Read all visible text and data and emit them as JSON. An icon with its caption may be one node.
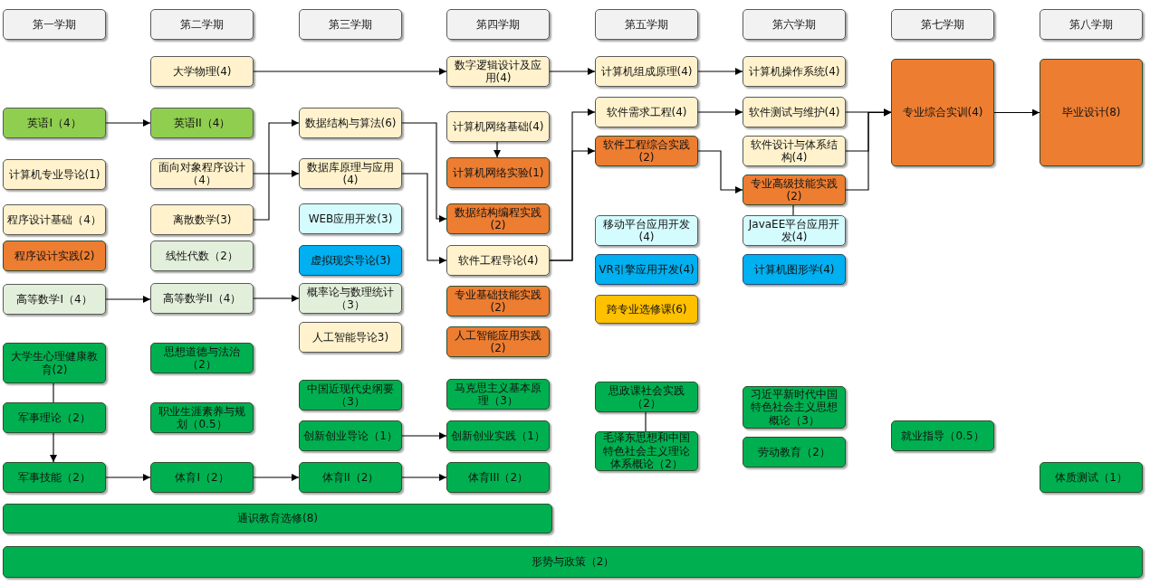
{
  "diagram": {
    "nodes": [
      {
        "text": [
          "第一学期"
        ]
      },
      {
        "text": [
          "第二学期"
        ]
      },
      {
        "text": [
          "第三学期"
        ]
      },
      {
        "text": [
          "第四学期"
        ]
      },
      {
        "text": [
          "第五学期"
        ]
      },
      {
        "text": [
          "第六学期"
        ]
      },
      {
        "text": [
          "第七学期"
        ]
      },
      {
        "text": [
          "第八学期"
        ]
      },
      {
        "text": [
          "英语I（4）"
        ]
      },
      {
        "text": [
          "计算机专业导论(1)"
        ]
      },
      {
        "text": [
          "程序设计基础（4）"
        ]
      },
      {
        "text": [
          "程序设计实践(2)"
        ]
      },
      {
        "text": [
          "高等数学I（4）"
        ]
      },
      {
        "text": [
          "大学生心理健康教育(2)"
        ]
      },
      {
        "text": [
          "军事理论（2）"
        ]
      },
      {
        "text": [
          "军事技能（2）"
        ]
      },
      {
        "text": [
          "大学物理(4)"
        ]
      },
      {
        "text": [
          "英语II（4）"
        ]
      },
      {
        "text": [
          "面向对象程序设计（4）"
        ]
      },
      {
        "text": [
          "离散数学(3)"
        ]
      },
      {
        "text": [
          "线性代数（2）"
        ]
      },
      {
        "text": [
          "高等数学II（4）"
        ]
      },
      {
        "text": [
          "思想道德与法治（2）"
        ]
      },
      {
        "text": [
          "职业生涯素养与规划（0.5）"
        ]
      },
      {
        "text": [
          "体育I（2）"
        ]
      },
      {
        "text": [
          "数据结构与算法(6)"
        ]
      },
      {
        "text": [
          "数据库原理与应用(4)"
        ]
      },
      {
        "text": [
          "WEB应用开发(3)"
        ]
      },
      {
        "text": [
          "虚拟现实导论(3)"
        ]
      },
      {
        "text": [
          "概率论与数理统计（3）"
        ]
      },
      {
        "text": [
          "人工智能导论3)"
        ]
      },
      {
        "text": [
          "中国近现代史纲要（3）"
        ]
      },
      {
        "text": [
          "创新创业导论（1）"
        ]
      },
      {
        "text": [
          "体育II（2）"
        ]
      },
      {
        "text": [
          "数字逻辑设计及应用(4)"
        ]
      },
      {
        "text": [
          "计算机网络基础(4)"
        ]
      },
      {
        "text": [
          "计算机网络实验(1)"
        ]
      },
      {
        "text": [
          "数据结构编程实践(2)"
        ]
      },
      {
        "text": [
          "软件工程导论(4)"
        ]
      },
      {
        "text": [
          "专业基础技能实践(2)"
        ]
      },
      {
        "text": [
          "人工智能应用实践(2)"
        ]
      },
      {
        "text": [
          "马克思主义基本原理（3）"
        ]
      },
      {
        "text": [
          "创新创业实践（1）"
        ]
      },
      {
        "text": [
          "体育III（2）"
        ]
      },
      {
        "text": [
          "计算机组成原理(4)"
        ]
      },
      {
        "text": [
          "软件需求工程(4)"
        ]
      },
      {
        "text": [
          "软件工程综合实践(2)"
        ]
      },
      {
        "text": [
          "移动平台应用开发(4)"
        ]
      },
      {
        "text": [
          "VR引擎应用开发(4)"
        ]
      },
      {
        "text": [
          "跨专业选修课(6)"
        ]
      },
      {
        "text": [
          "思政课社会实践（2）"
        ]
      },
      {
        "text": [
          "毛泽东思想和中国特色社会主义理论体系概论（2）"
        ]
      },
      {
        "text": [
          "计算机操作系统(4)"
        ]
      },
      {
        "text": [
          "软件测试与维护(4)"
        ]
      },
      {
        "text": [
          "软件设计与体系结构(4)"
        ]
      },
      {
        "text": [
          "专业高级技能实践(2)"
        ]
      },
      {
        "text": [
          "JavaEE平台应用开发(4)"
        ]
      },
      {
        "text": [
          "计算机图形学(4)"
        ]
      },
      {
        "text": [
          "习近平新时代中国特色社会主义思想概论（3）"
        ]
      },
      {
        "text": [
          "劳动教育（2）"
        ]
      },
      {
        "text": [
          "专业综合实训(4)"
        ]
      },
      {
        "text": [
          "就业指导（0.5）"
        ]
      },
      {
        "text": [
          "毕业设计(8)"
        ]
      },
      {
        "text": [
          "体质测试（1）"
        ]
      },
      {
        "text": [
          "通识教育选修(8)"
        ]
      },
      {
        "text": [
          "形势与政策（2）"
        ]
      }
    ],
    "edges": [
      {
        "from": 8,
        "to": 17,
        "arrow": "to"
      },
      {
        "from": 16,
        "to": 34,
        "arrow": "to"
      },
      {
        "from": 34,
        "to": 44,
        "arrow": "to"
      },
      {
        "from": 44,
        "to": 52,
        "arrow": "to"
      },
      {
        "from": 19,
        "to": 25,
        "arrow": "to"
      },
      {
        "from": 18,
        "to": 26,
        "arrow": "to"
      },
      {
        "from": 25,
        "to": 37,
        "arrow": "to"
      },
      {
        "from": 26,
        "to": 38,
        "arrow": "to"
      },
      {
        "from": 35,
        "to": 36,
        "arrow": "to"
      },
      {
        "from": 38,
        "to": 45,
        "arrow": "to"
      },
      {
        "from": 38,
        "to": 46,
        "arrow": "to"
      },
      {
        "from": 45,
        "to": 53,
        "arrow": "to"
      },
      {
        "from": 46,
        "to": 55,
        "arrow": "to"
      },
      {
        "from": 53,
        "to": 60,
        "arrow": "to"
      },
      {
        "from": 54,
        "to": 60,
        "arrow": "to"
      },
      {
        "from": 55,
        "to": 60,
        "arrow": "to"
      },
      {
        "from": 60,
        "to": 62,
        "arrow": "to"
      },
      {
        "from": 12,
        "to": 21,
        "arrow": "to"
      },
      {
        "from": 21,
        "to": 29,
        "arrow": "to"
      },
      {
        "from": 13,
        "to": 14,
        "arrow": "none"
      },
      {
        "from": 14,
        "to": 15,
        "arrow": "to"
      },
      {
        "from": 15,
        "to": 24,
        "arrow": "to"
      },
      {
        "from": 24,
        "to": 33,
        "arrow": "to"
      },
      {
        "from": 33,
        "to": 43,
        "arrow": "to"
      },
      {
        "from": 32,
        "to": 42,
        "arrow": "to"
      },
      {
        "from": 50,
        "to": 51,
        "arrow": "none"
      },
      {
        "from": 55,
        "to": 56,
        "arrow": "none"
      }
    ]
  }
}
